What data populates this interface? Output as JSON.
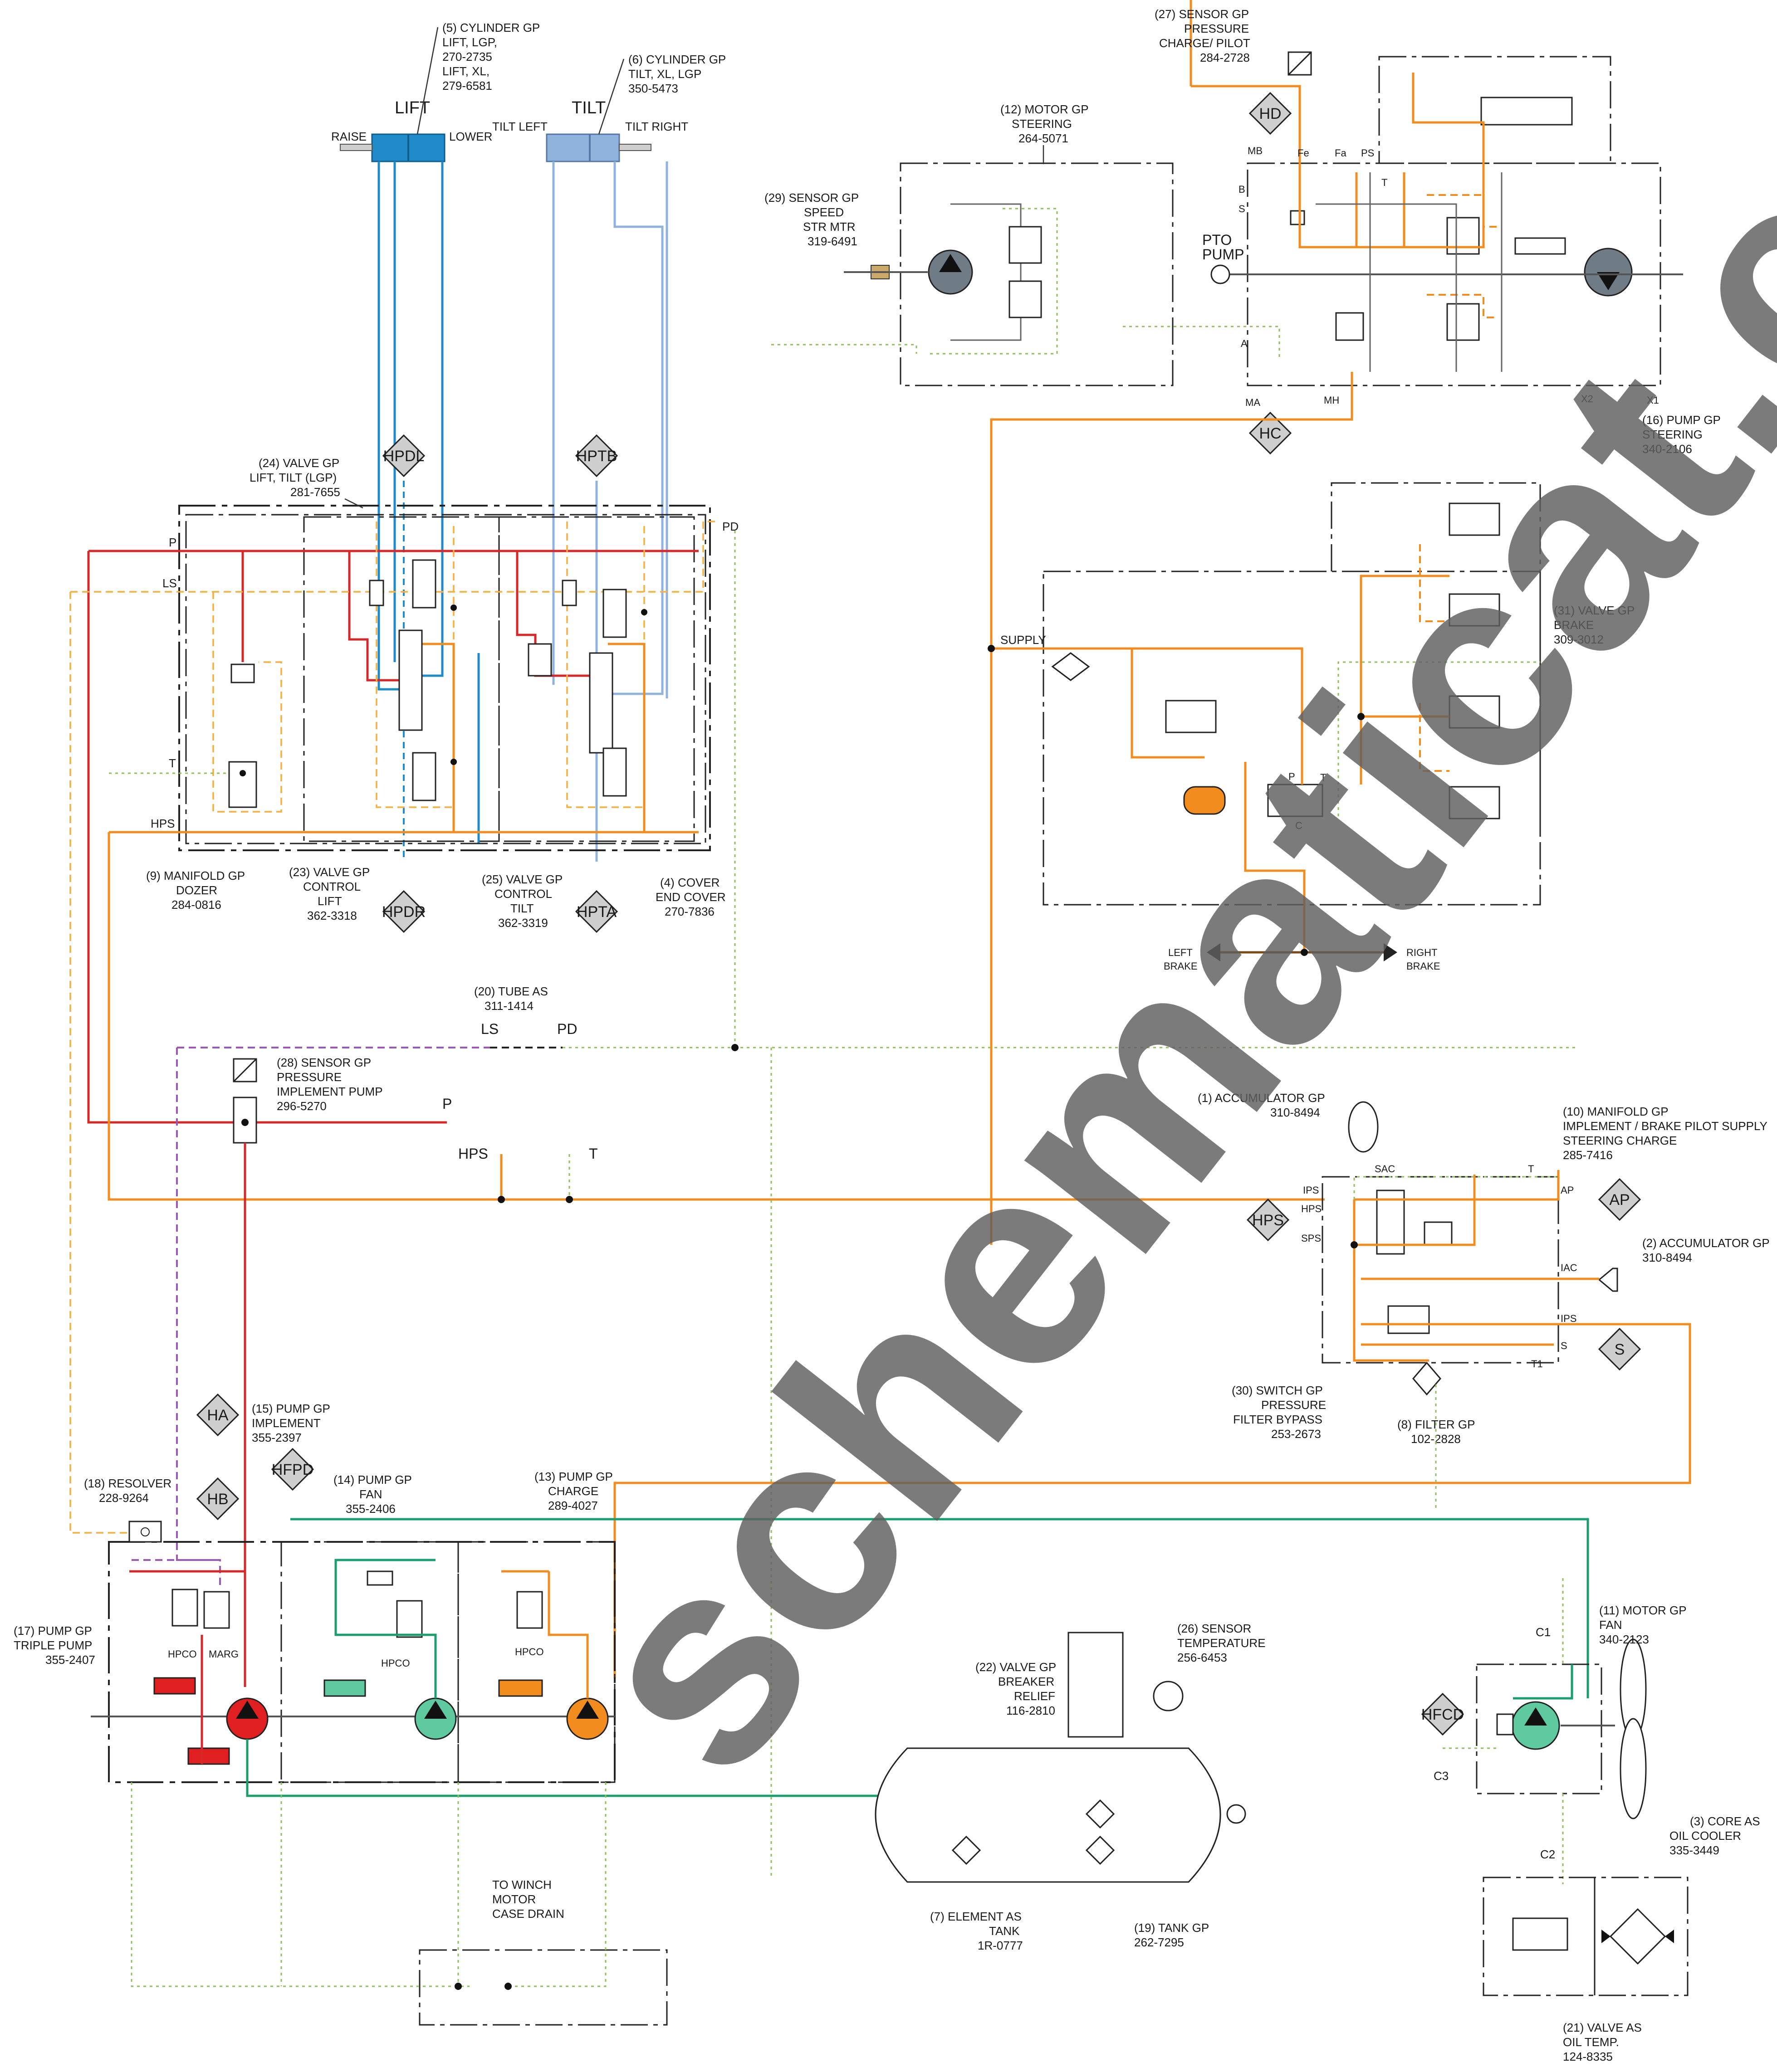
{
  "watermark": "schematicat.com",
  "colors": {
    "pressure": "#d62828",
    "charge": "#f28c1e",
    "fan": "#1a9e6b",
    "lift": "#1f8bc9",
    "tilt": "#8fb3dc",
    "signal": "#9b59b6",
    "drain": "#8fbf5a",
    "brake": "#7a4a1a",
    "pump_implement": "#e02020",
    "pump_fan": "#5fc9a0",
    "pump_charge": "#f28c1e",
    "diamond": "#cfcfcf"
  },
  "cylinders": {
    "lift": {
      "title": "LIFT",
      "left": "RAISE",
      "right": "LOWER",
      "callout": [
        "(5) CYLINDER GP",
        "LIFT, LGP,",
        "270-2735",
        "LIFT, XL,",
        "279-6581"
      ]
    },
    "tilt": {
      "title": "TILT",
      "left": "TILT LEFT",
      "right": "TILT RIGHT",
      "callout": [
        "(6) CYLINDER GP",
        "TILT, XL, LGP",
        "350-5473"
      ]
    }
  },
  "callouts": {
    "sensor27": [
      "(27) SENSOR GP",
      "PRESSURE",
      "CHARGE/ PILOT",
      "284-2728"
    ],
    "motor12": [
      "(12) MOTOR GP",
      "STEERING",
      "264-5071"
    ],
    "sensor29": [
      "(29) SENSOR GP",
      "SPEED",
      "STR MTR",
      "319-6491"
    ],
    "pump16": [
      "(16) PUMP GP",
      "STEERING",
      "340-2106"
    ],
    "valve24": [
      "(24) VALVE GP",
      "LIFT, TILT (LGP)",
      "281-7655"
    ],
    "manifold9": [
      "(9) MANIFOLD GP",
      "DOZER",
      "284-0816"
    ],
    "valve23": [
      "(23) VALVE GP",
      "CONTROL",
      "LIFT",
      "362-3318"
    ],
    "valve25": [
      "(25) VALVE GP",
      "CONTROL",
      "TILT",
      "362-3319"
    ],
    "cover4": [
      "(4) COVER",
      "END COVER",
      "270-7836"
    ],
    "valve31": [
      "(31) VALVE GP",
      "BRAKE",
      "309-3012"
    ],
    "tube20": [
      "(20) TUBE AS",
      "311-1414"
    ],
    "sensor28": [
      "(28) SENSOR GP",
      "PRESSURE",
      "IMPLEMENT PUMP",
      "296-5270"
    ],
    "acc1": [
      "(1) ACCUMULATOR GP",
      "310-8494"
    ],
    "manifold10": [
      "(10) MANIFOLD GP",
      "IMPLEMENT / BRAKE PILOT SUPPLY",
      "STEERING CHARGE",
      "285-7416"
    ],
    "acc2": [
      "(2) ACCUMULATOR GP",
      "310-8494"
    ],
    "switch30": [
      "(30) SWITCH GP",
      "PRESSURE",
      "FILTER BYPASS",
      "253-2673"
    ],
    "filter8": [
      "(8) FILTER GP",
      "102-2828"
    ],
    "pump15": [
      "(15) PUMP GP",
      "IMPLEMENT",
      "355-2397"
    ],
    "resolver18": [
      "(18) RESOLVER",
      "228-9264"
    ],
    "pump14": [
      "(14) PUMP GP",
      "FAN",
      "355-2406"
    ],
    "pump13": [
      "(13) PUMP GP",
      "CHARGE",
      "289-4027"
    ],
    "pump17": [
      "(17) PUMP GP",
      "TRIPLE PUMP",
      "355-2407"
    ],
    "motor11": [
      "(11) MOTOR GP",
      "FAN",
      "340-2123"
    ],
    "valve22": [
      "(22) VALVE GP",
      "BREAKER",
      "RELIEF",
      "116-2810"
    ],
    "sensor26": [
      "(26) SENSOR",
      "TEMPERATURE",
      "256-6453"
    ],
    "core3": [
      "(3) CORE AS",
      "OIL COOLER",
      "335-3449"
    ],
    "element7": [
      "(7) ELEMENT AS",
      "TANK",
      "1R-0777"
    ],
    "tank19": [
      "(19) TANK GP",
      "262-7295"
    ],
    "winch": [
      "TO WINCH",
      "MOTOR",
      "CASE DRAIN"
    ],
    "valve21": [
      "(21) VALVE AS",
      "OIL TEMP.",
      "124-8335"
    ]
  },
  "diamonds": {
    "hd": "HD",
    "hc": "HC",
    "hpdl": "HPDL",
    "hptb": "HPTB",
    "hpdr": "HPDR",
    "hpta": "HPTA",
    "hps": "HPS",
    "ap": "AP",
    "s": "S",
    "ha": "HA",
    "hb": "HB",
    "hfpd": "HFPD",
    "hfcd": "HFCD"
  },
  "ports": {
    "mb": "MB",
    "fe": "Fe",
    "fa": "Fa",
    "ps": "PS",
    "b": "B",
    "s": "S",
    "t": "T",
    "a": "A",
    "ma": "MA",
    "mh": "MH",
    "x2": "X2",
    "x1": "X1",
    "pto": [
      "PTO",
      "PUMP"
    ],
    "p": "P",
    "ls": "LS",
    "tport": "T",
    "hps": "HPS",
    "pd": "PD",
    "supply": "SUPPLY",
    "left_brake": [
      "LEFT",
      "BRAKE"
    ],
    "right_brake": [
      "RIGHT",
      "BRAKE"
    ],
    "tube_ls": "LS",
    "tube_pd": "PD",
    "p2": "P",
    "hps2": "HPS",
    "t2": "T",
    "sac": "SAC",
    "t3": "T",
    "ips": "IPS",
    "hps3": "HPS",
    "sps": "SPS",
    "ap": "AP",
    "iac": "IAC",
    "ips2": "IPS",
    "s2": "S",
    "t1": "T1",
    "hpco1": "HPCO",
    "marg": "MARG",
    "hpco2": "HPCO",
    "hpco3": "HPCO",
    "c1": "C1",
    "c2": "C2",
    "c3": "C3",
    "brake_p": "P",
    "brake_t": "T",
    "brake_c": "C"
  }
}
